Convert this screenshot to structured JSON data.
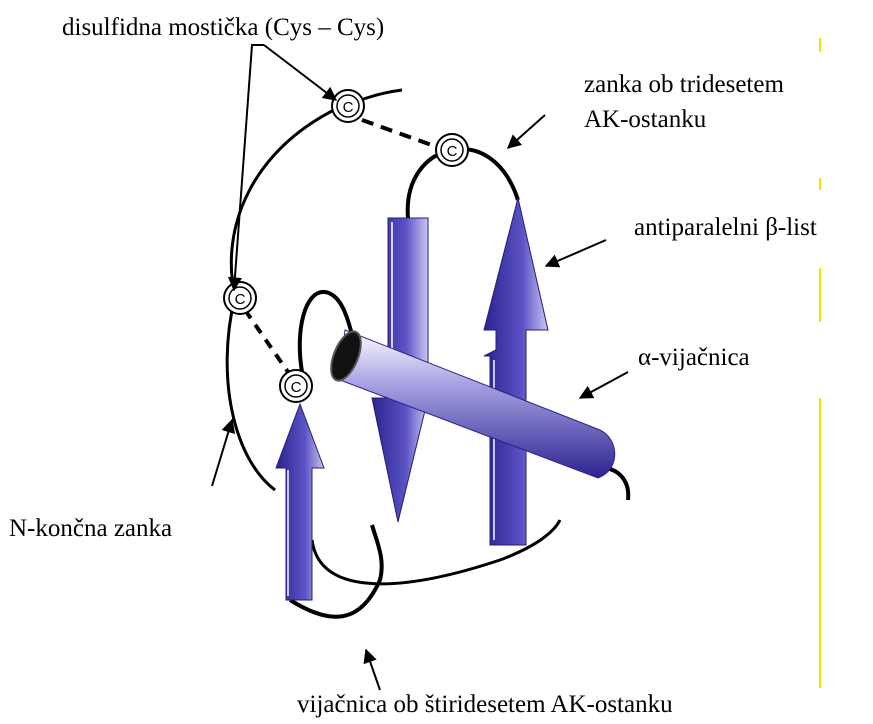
{
  "labels": {
    "disulfide": "disulfidna mostička (Cys – Cys)",
    "loop30": "zanka ob tridesetem",
    "loop30_line2": "AK-ostanku",
    "beta": "antiparalelni β-list",
    "alpha": "α-vijačnica",
    "nterm": "N-končna zanka",
    "helix40": "vijačnica ob štiridesetem AK-ostanku"
  },
  "cys_letter": "C",
  "colors": {
    "ribbon": "#3a2fa0",
    "ribbon_light": "#8f8ad6",
    "ribbon_dark": "#241c75",
    "line": "#000000",
    "guide": "#f2e600"
  }
}
